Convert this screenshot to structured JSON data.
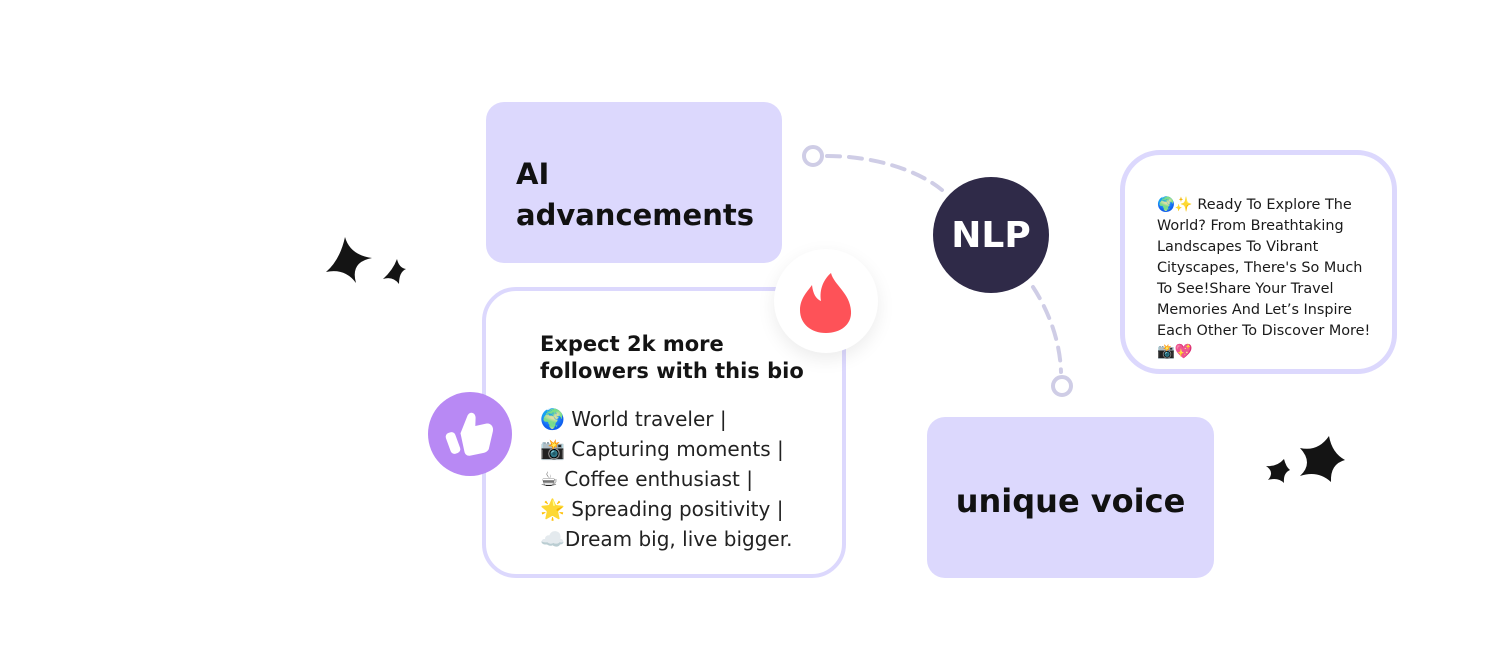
{
  "ai_card": {
    "line1": "AI",
    "line2": "advancements"
  },
  "bio_card": {
    "title_line1": "Expect 2k more",
    "title_line2": "followers with this bio",
    "lines": [
      "🌍 World traveler |",
      "📸 Capturing moments |",
      "☕ Coffee enthusiast |",
      "🌟 Spreading positivity |",
      "☁️Dream big, live bigger."
    ]
  },
  "nlp_badge": {
    "label": "NLP"
  },
  "voice_card": {
    "label": "unique voice"
  },
  "post_card": {
    "text": "🌍✨ Ready To Explore The World? From Breathtaking Landscapes To Vibrant Cityscapes, There's So Much To See!Share Your Travel Memories And Let’s Inspire Each Other To Discover More! 📸💖"
  },
  "icons": {
    "flame": "flame-icon",
    "thumb": "thumbs-up-icon",
    "sparkle": "sparkle-icon"
  },
  "colors": {
    "lavender": "#dcd8fd",
    "dark_navy": "#2f2a48",
    "flame_red": "#fe5258",
    "purple": "#b889f4",
    "connector": "#cfcde6"
  }
}
